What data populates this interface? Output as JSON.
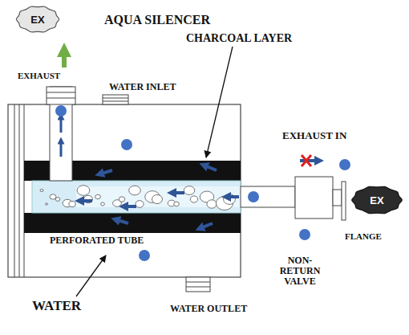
{
  "diagram": {
    "title": "AQUA SILENCER",
    "nodes": [
      {
        "text": [
          "EX"
        ]
      },
      {
        "text": [
          "EX"
        ]
      }
    ],
    "labels": [
      "EXHAUST",
      "WATER INLET",
      "CHARCOAL LAYER",
      "EXHAUST IN",
      "PERFORATED TUBE",
      "FLANGE",
      "NON-RETURN VALVE",
      "WATER",
      "WATER OUTLET"
    ]
  }
}
